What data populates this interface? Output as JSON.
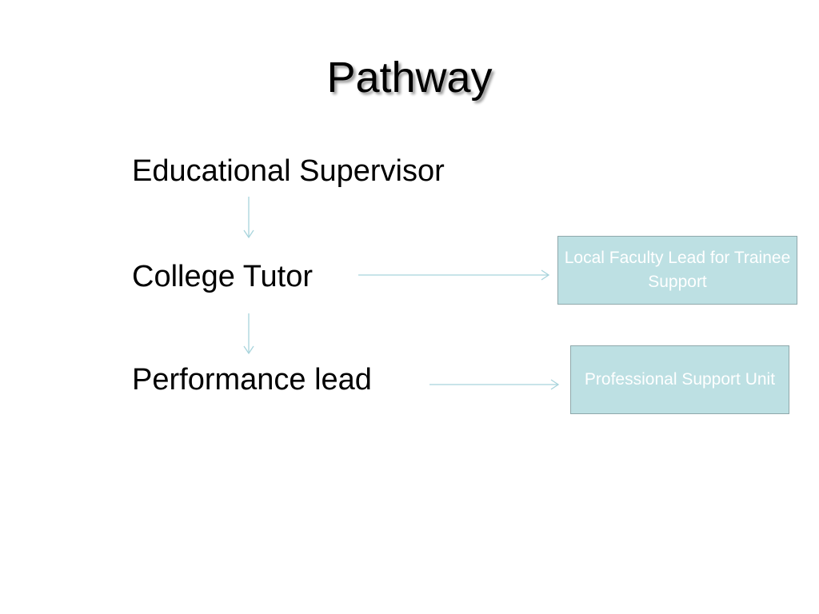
{
  "slide": {
    "title": "Pathway"
  },
  "diagram": {
    "nodes": [
      {
        "id": "educational-supervisor",
        "label": "Educational Supervisor"
      },
      {
        "id": "college-tutor",
        "label": "College Tutor"
      },
      {
        "id": "performance-lead",
        "label": "Performance lead"
      }
    ],
    "boxes": [
      {
        "id": "local-faculty-lead",
        "label": "Local Faculty Lead for Trainee Support",
        "fill_color": "#bde0e3",
        "text_color": "#ffffff"
      },
      {
        "id": "professional-support-unit",
        "label": "Professional Support Unit",
        "fill_color": "#bde0e3",
        "text_color": "#ffffff"
      }
    ],
    "edges": [
      {
        "from": "educational-supervisor",
        "to": "college-tutor",
        "direction": "down"
      },
      {
        "from": "college-tutor",
        "to": "performance-lead",
        "direction": "down"
      },
      {
        "from": "college-tutor",
        "to": "local-faculty-lead",
        "direction": "right"
      },
      {
        "from": "performance-lead",
        "to": "professional-support-unit",
        "direction": "right"
      }
    ],
    "arrow_color": "#a8d4dc"
  }
}
